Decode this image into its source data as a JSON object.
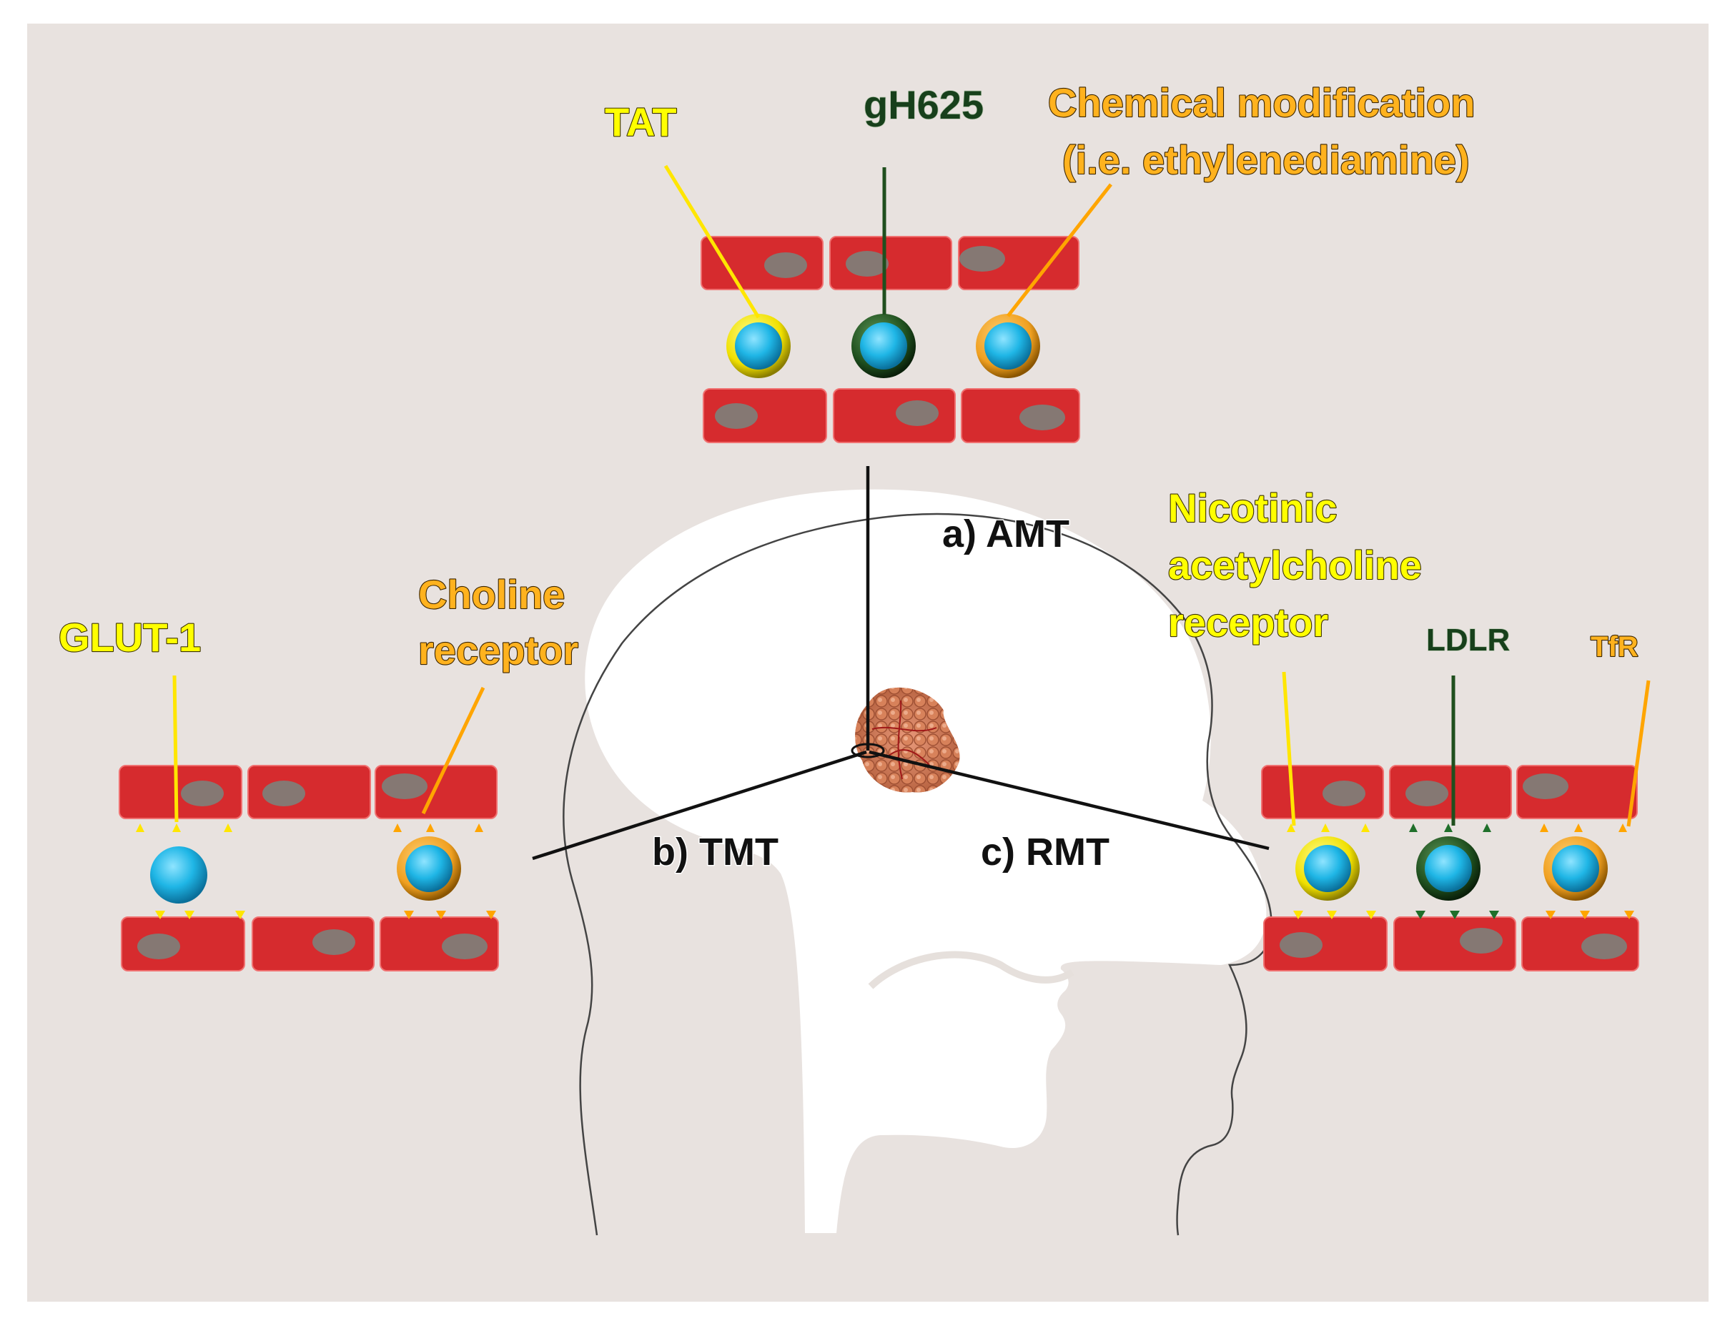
{
  "labels": {
    "tat": "TAT",
    "gh625": "gH625",
    "chem_line1": "Chemical modification",
    "chem_line2": "(i.e. ethylenediamine)",
    "amt": "a) AMT",
    "tmt": "b) TMT",
    "rmt": "c) RMT",
    "glut1": "GLUT-1",
    "choline_line1": "Choline",
    "choline_line2": "receptor",
    "nic_line1": "Nicotinic",
    "nic_line2": "acetylcholine",
    "nic_line3": "receptor",
    "ldlr": "LDLR",
    "tfr": "TfR"
  },
  "colors": {
    "background": "#e8e2df",
    "endothelial_cell": "#d62b2e",
    "nucleus": "#857873",
    "nanoparticle_core": "#1fb6e6",
    "yellow": "#ffff00",
    "orange": "#ffa500",
    "dark_green": "#1f4f1e",
    "tumor": "#d9835b"
  },
  "icons": {
    "head": "human-head-silhouette-icon",
    "brain": "brain-icon",
    "tumor": "brain-tumor-icon",
    "cell": "endothelial-cell-icon",
    "nanoparticle": "nanoparticle-icon"
  }
}
